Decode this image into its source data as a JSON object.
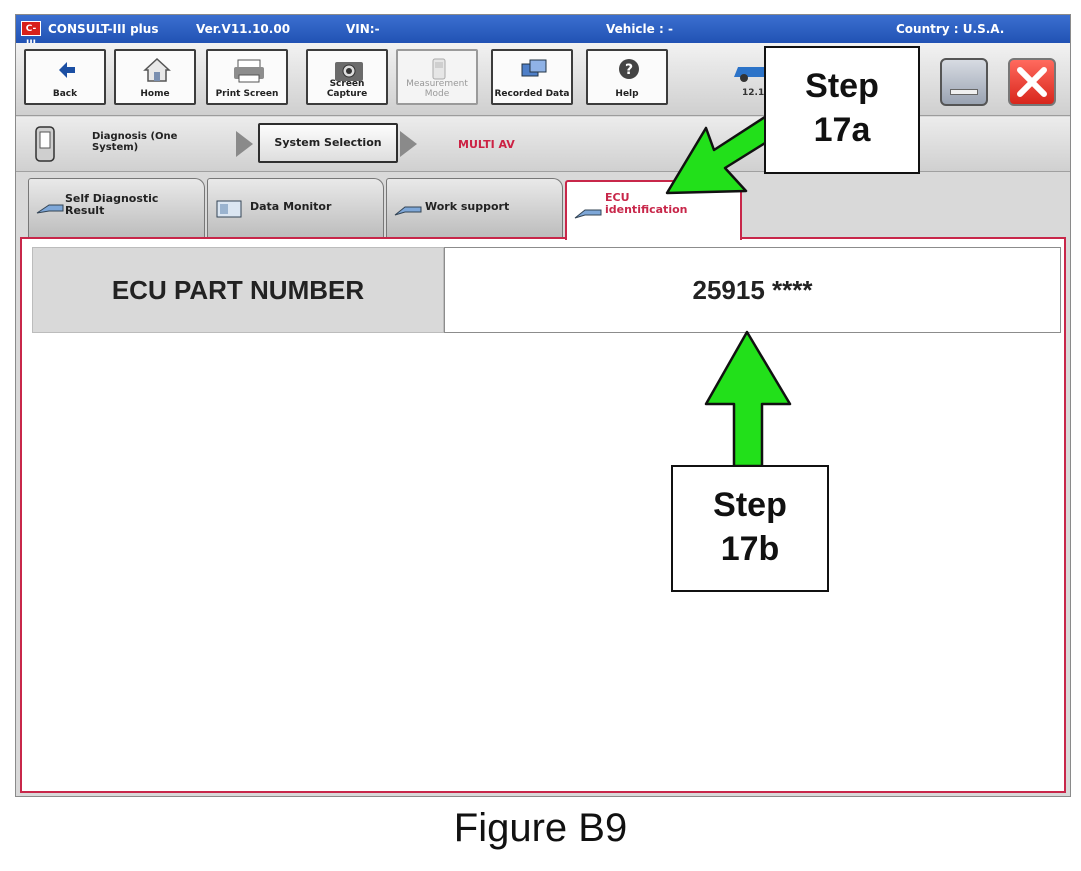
{
  "window": {
    "app_name": "CONSULT-III plus",
    "version": "Ver.V11.10.00",
    "vin_label": "VIN:-",
    "vehicle_label": "Vehicle : -",
    "country_label": "Country : U.S.A.",
    "logo_text": "C-III",
    "title_color": "#2a5cc0"
  },
  "toolbar": {
    "buttons": [
      {
        "label": "Back",
        "icon": "back-arrow-icon",
        "enabled": true
      },
      {
        "label": "Home",
        "icon": "home-icon",
        "enabled": true
      },
      {
        "label": "Print Screen",
        "icon": "printer-icon",
        "enabled": true
      },
      {
        "label": "Screen Capture",
        "icon": "camera-icon",
        "enabled": true
      },
      {
        "label": "Measurement Mode",
        "icon": "measurement-icon",
        "enabled": false
      },
      {
        "label": "Recorded Data",
        "icon": "recorded-data-icon",
        "enabled": true
      },
      {
        "label": "Help",
        "icon": "help-icon",
        "enabled": true
      }
    ],
    "voltage_partial": "12.1",
    "minimize_icon": "minimize-icon",
    "close_icon": "close-icon"
  },
  "breadcrumb": {
    "items": [
      "Diagnosis (One System)",
      "System Selection",
      "MULTI AV"
    ],
    "current_color": "#cc2244"
  },
  "tabs": [
    {
      "label": "Self Diagnostic Result",
      "icon": "self-diagnostic-icon",
      "active": false
    },
    {
      "label": "Data Monitor",
      "icon": "data-monitor-icon",
      "active": false
    },
    {
      "label": "Work support",
      "icon": "work-support-icon",
      "active": false
    },
    {
      "label": "ECU identification",
      "icon": "ecu-identification-icon",
      "active": true
    }
  ],
  "ecu": {
    "label": "ECU PART NUMBER",
    "value": "25915 ****"
  },
  "annotations": {
    "step_a": {
      "line1": "Step",
      "line2": "17a"
    },
    "step_b": {
      "line1": "Step",
      "line2": "17b"
    },
    "arrow_color": "#22e01a",
    "accent_color": "#c8274a"
  },
  "caption": "Figure B9"
}
